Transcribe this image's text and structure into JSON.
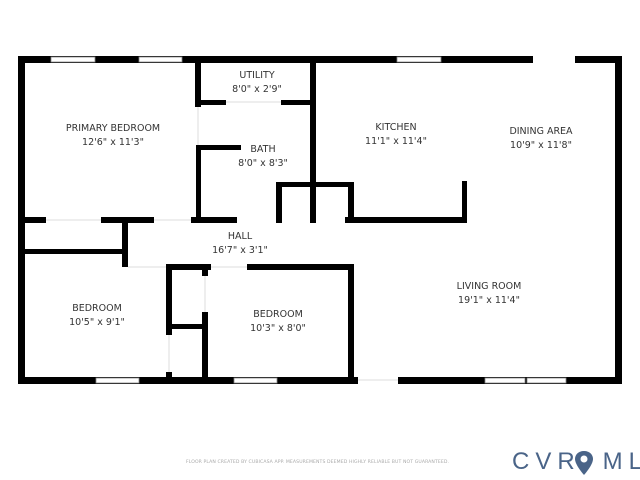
{
  "rooms": [
    {
      "name": "PRIMARY BEDROOM",
      "size": "12'6\" x 11'3\""
    },
    {
      "name": "UTILITY",
      "size": "8'0\" x 2'9\""
    },
    {
      "name": "BATH",
      "size": "8'0\" x 8'3\""
    },
    {
      "name": "KITCHEN",
      "size": "11'1\" x 11'4\""
    },
    {
      "name": "DINING AREA",
      "size": "10'9\" x 11'8\""
    },
    {
      "name": "HALL",
      "size": "16'7\" x 3'1\""
    },
    {
      "name": "LIVING ROOM",
      "size": "19'1\" x 11'4\""
    },
    {
      "name": "BEDROOM",
      "size": "10'5\" x 9'1\""
    },
    {
      "name": "BEDROOM",
      "size": "10'3\" x 8'0\""
    }
  ],
  "footer": "FLOOR PLAN CREATED BY CUBICASA APP. MEASUREMENTS DEEMED HIGHLY RELIABLE BUT NOT GUARANTEED.",
  "logo": {
    "text": "CVRMLS",
    "color": "#4a6488",
    "icon": "map-pin-icon"
  },
  "colors": {
    "wall": "#000000",
    "text": "#333333"
  }
}
